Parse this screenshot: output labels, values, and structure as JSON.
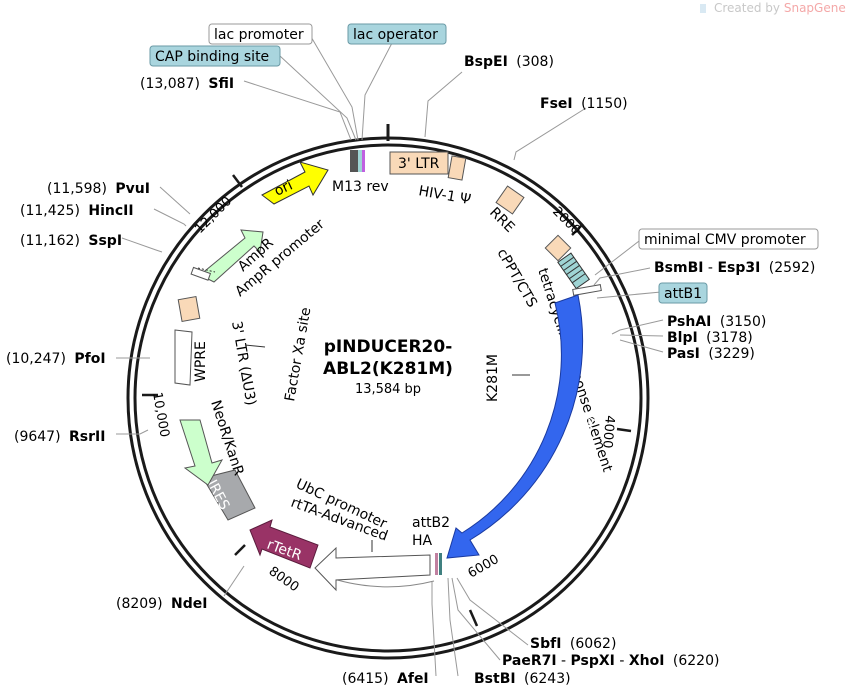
{
  "watermark": {
    "prefix": "Created by ",
    "brand": "SnapGene"
  },
  "plasmid": {
    "name_line1": "pINDUCER20-",
    "name_line2": "ABL2(K281M)",
    "size": "13,584 bp"
  },
  "ticks": {
    "t2000": "2000",
    "t4000": "4000",
    "t6000": "6000",
    "t8000": "8000",
    "t10000": "10,000",
    "t12000": "12,000"
  },
  "sites": {
    "bspei": {
      "name": "BspEI",
      "pos": "(308)"
    },
    "fsei": {
      "name": "FseI",
      "pos": "(1150)"
    },
    "bsmbi": {
      "name": "BsmBI",
      "sep": " - ",
      "name2": "Esp3I",
      "pos": "(2592)"
    },
    "pshai": {
      "name": "PshAI",
      "pos": "(3150)"
    },
    "blpi": {
      "name": "BlpI",
      "pos": "(3178)"
    },
    "pasi": {
      "name": "PasI",
      "pos": "(3229)"
    },
    "sbfi": {
      "name": "SbfI",
      "pos": "(6062)"
    },
    "paer7i": {
      "name": "PaeR7I",
      "sep": " - ",
      "name2": "PspXI",
      "sep2": " - ",
      "name3": "XhoI",
      "pos": "(6220)"
    },
    "bstbi": {
      "name": "BstBI",
      "pos": "(6243)"
    },
    "afei": {
      "name": "AfeI",
      "pos": "(6415)"
    },
    "ndei": {
      "name": "NdeI",
      "pos": "(8209)"
    },
    "rsrii": {
      "name": "RsrII",
      "pos": "(9647)"
    },
    "pfoi": {
      "name": "PfoI",
      "pos": "(10,247)"
    },
    "sspi": {
      "name": "SspI",
      "pos": "(11,162)"
    },
    "hincii": {
      "name": "HincII",
      "pos": "(11,425)"
    },
    "pvui": {
      "name": "PvuI",
      "pos": "(11,598)"
    },
    "sfii": {
      "name": "SfiI",
      "pos": "(13,087)"
    }
  },
  "boxed_labels": {
    "lac_promoter": "lac promoter",
    "cap_site": "CAP binding site",
    "lac_operator": "lac operator",
    "min_cmv": "minimal CMV promoter",
    "attb1": "attB1"
  },
  "features": {
    "ltr3": "3' LTR",
    "ori": "ori",
    "m13rev": "M13 rev",
    "hiv_psi": "HIV-1 Ψ",
    "rre": "RRE",
    "cppt": "cPPT/CTS",
    "tre": "tetracycline response element",
    "abl2": "ABL2(K281M)",
    "k281m": "K281M",
    "attb2": "attB2",
    "ha": "HA",
    "ubc": "UbC promoter",
    "rtta": "rtTA-Advanced",
    "rtetr": "rTetR",
    "ires": "IRES",
    "neor": "NeoR/KanR",
    "ltr_du3": "3' LTR (ΔU3)",
    "wpre": "WPRE",
    "factor_xa": "Factor Xa site",
    "ampr": "AmpR",
    "ampr_promoter": "AmpR promoter"
  },
  "colors": {
    "backbone": "#1a1a1a",
    "ltr": "#f9d9b8",
    "ori": "#ffff00",
    "ampr": "#ccffcc",
    "tre": "#9fd4d4",
    "abl2": "#3366ee",
    "rtetr": "#993366",
    "ires": "#a7a9ac",
    "boxed_blue": "#a9d5de",
    "watermark": "#c8c8c8",
    "snapgene": "#f4a8a8"
  }
}
